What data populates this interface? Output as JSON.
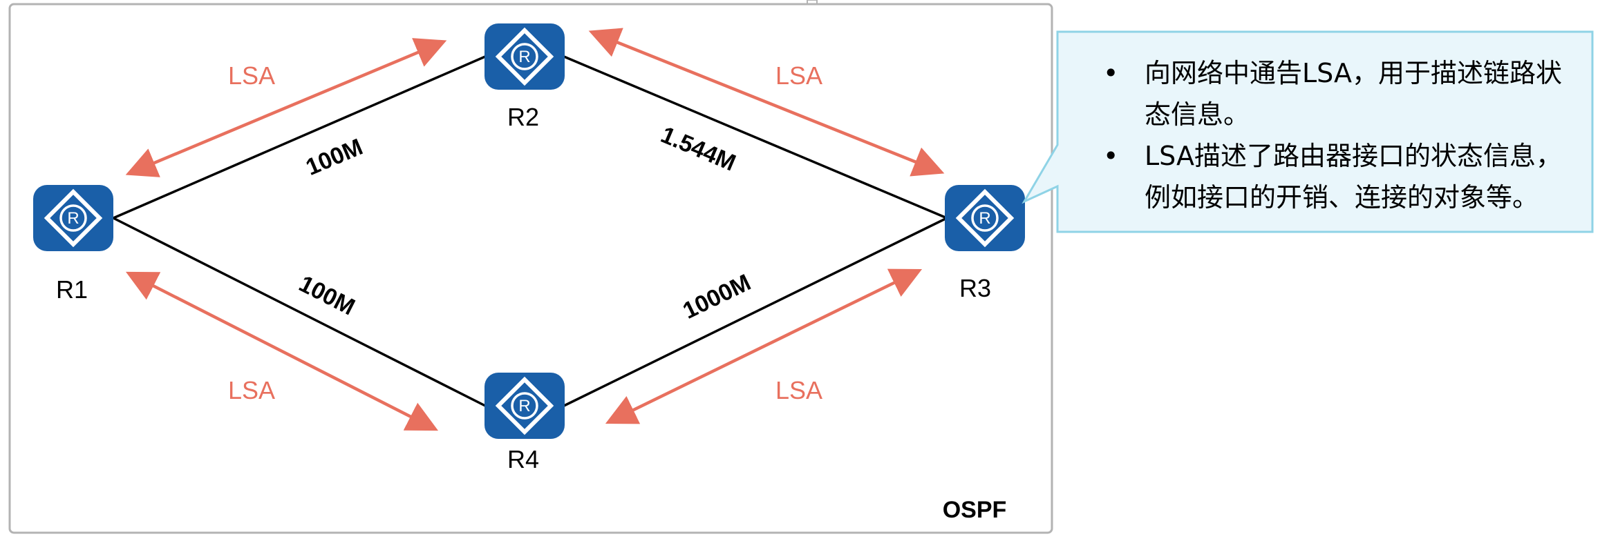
{
  "routers": [
    {
      "id": "r1",
      "label": "R1"
    },
    {
      "id": "r2",
      "label": "R2"
    },
    {
      "id": "r3",
      "label": "R3"
    },
    {
      "id": "r4",
      "label": "R4"
    }
  ],
  "links": [
    {
      "id": "r1-r2",
      "bandwidth": "100M"
    },
    {
      "id": "r2-r3",
      "bandwidth": "1.544M"
    },
    {
      "id": "r1-r4",
      "bandwidth": "100M"
    },
    {
      "id": "r4-r3",
      "bandwidth": "1000M"
    }
  ],
  "lsa_label": "LSA",
  "protocol_label": "OSPF",
  "callout": {
    "bullets": [
      "向网络中通告LSA，用于描述链路状态信息。",
      "LSA描述了路由器接口的状态信息，例如接口的开销、连接的对象等。"
    ]
  },
  "colors": {
    "router": "#1a5fa8",
    "lsa_arrow": "#e8705e",
    "link": "#000000",
    "callout_fill": "#e9f6fb",
    "callout_border": "#8fd3e6",
    "frame_border": "#b3b3b3"
  }
}
